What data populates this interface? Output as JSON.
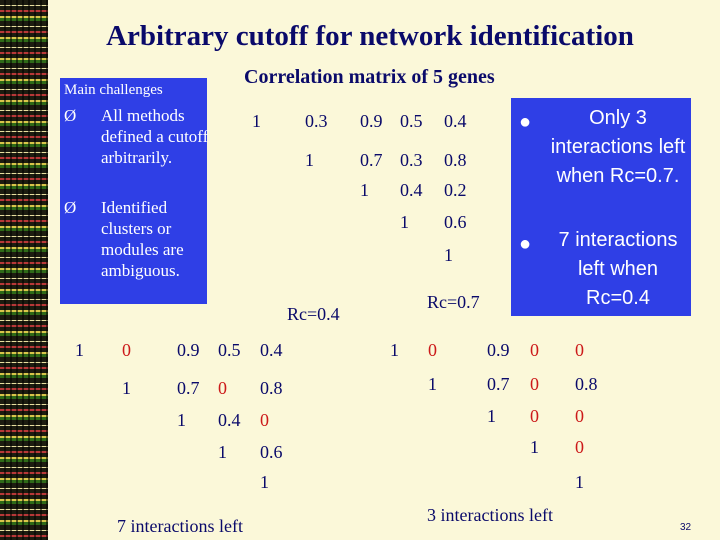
{
  "slide": {
    "title": "Arbitrary cutoff for network identification",
    "page_number": "32"
  },
  "left_box": {
    "heading": "Main challenges",
    "bullet_glyph": "Ø",
    "items": [
      "All methods defined a cutoff arbitrarily.",
      "Identified clusters or modules are ambiguous."
    ]
  },
  "right_box": {
    "bullet_glyph": "●",
    "items": [
      "Only 3 interactions left when Rc=0.7.",
      "7 interactions left when Rc=0.4"
    ]
  },
  "matrix_main": {
    "title": "Correlation matrix of 5 genes",
    "rows": [
      [
        "1",
        "0.3",
        "0.9",
        "0.5",
        "0.4"
      ],
      [
        "1",
        "0.7",
        "0.3",
        "0.8"
      ],
      [
        "1",
        "0.4",
        "0.2"
      ],
      [
        "1",
        "0.6"
      ],
      [
        "1"
      ]
    ]
  },
  "matrix_rc04": {
    "label": "Rc=0.4",
    "rows": [
      [
        "1",
        "0",
        "0.9",
        "0.5",
        "0.4"
      ],
      [
        "1",
        "0.7",
        "0",
        "0.8"
      ],
      [
        "1",
        "0.4",
        "0"
      ],
      [
        "1",
        "0.6"
      ],
      [
        "1"
      ]
    ],
    "caption": "7 interactions left"
  },
  "matrix_rc07": {
    "label": "Rc=0.7",
    "rows": [
      [
        "1",
        "0",
        "0.9",
        "0",
        "0"
      ],
      [
        "1",
        "0.7",
        "0",
        "0.8"
      ],
      [
        "1",
        "0",
        "0"
      ],
      [
        "1",
        "0"
      ],
      [
        "1"
      ]
    ],
    "caption": "3 interactions left"
  },
  "colors": {
    "background": "#fbf8d9",
    "text": "#0a0a6a",
    "box": "#2f3fe6",
    "zeroed": "#cc1a1a"
  }
}
